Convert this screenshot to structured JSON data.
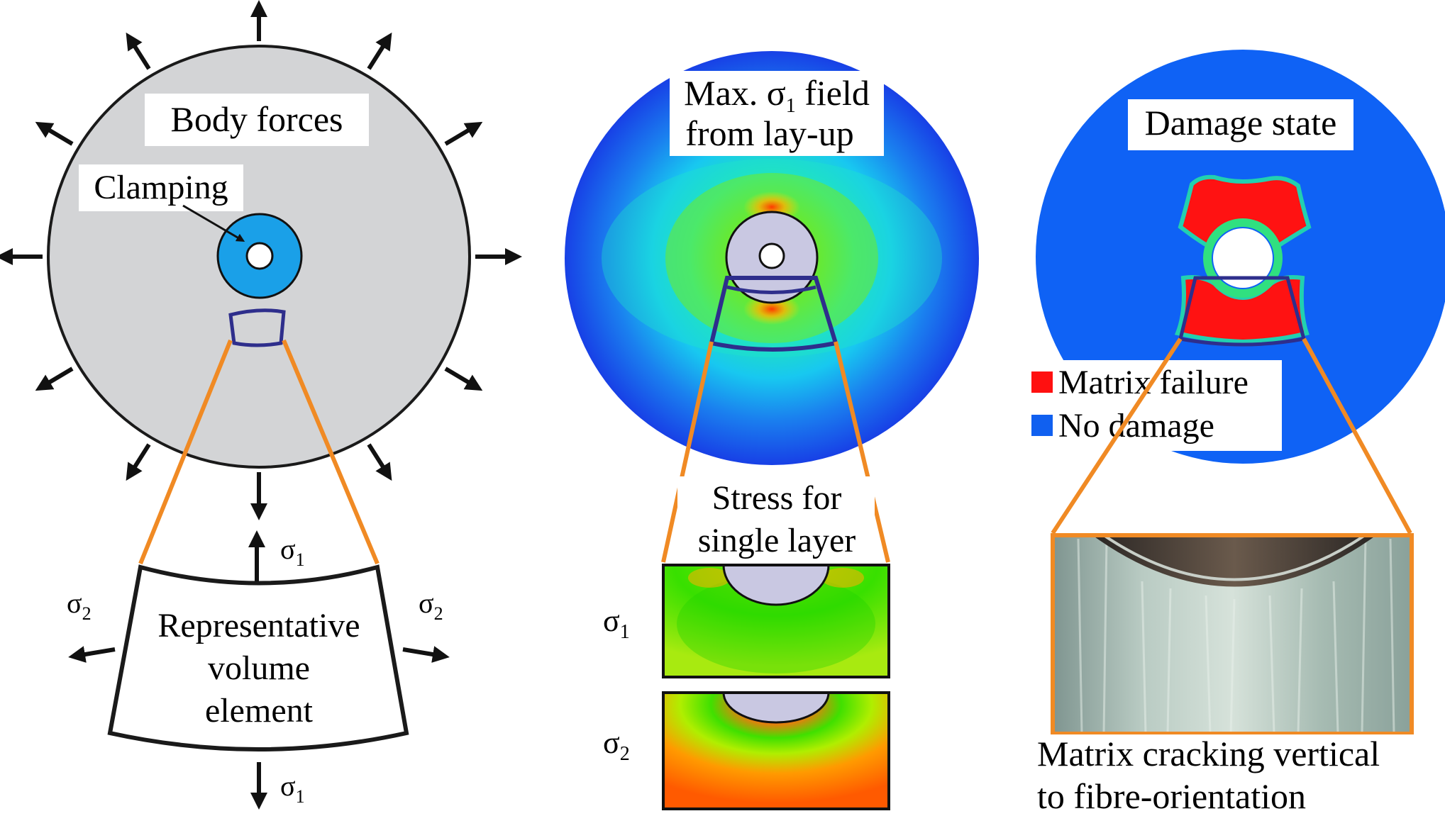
{
  "left_panel": {
    "body_forces_label": "Body forces",
    "clamping_label": "Clamping",
    "rve_label_line1": "Representative",
    "rve_label_line2": "volume",
    "rve_label_line3": "element",
    "sigma1_top": "σ",
    "sigma1_top_sub": "1",
    "sigma1_bottom": "σ",
    "sigma1_bottom_sub": "1",
    "sigma2_left": "σ",
    "sigma2_left_sub": "2",
    "sigma2_right": "σ",
    "sigma2_right_sub": "2"
  },
  "middle_panel": {
    "title_line1_a": "Max. σ",
    "title_line1_sub": "1",
    "title_line1_b": " field",
    "title_line2": "from lay-up",
    "stress_line1": "Stress for",
    "stress_line2": "single layer",
    "row1_sym": "σ",
    "row1_sub": "1",
    "row2_sym": "σ",
    "row2_sub": "2"
  },
  "right_panel": {
    "title": "Damage state",
    "legend": [
      {
        "label": "Matrix failure",
        "color": "#ff1010"
      },
      {
        "label": "No damage",
        "color": "#1060f0"
      }
    ],
    "caption_line1": "Matrix cracking vertical",
    "caption_line2": "to fibre-orientation"
  },
  "colors": {
    "disk_grey": "#d3d4d6",
    "clamp_blue": "#1aa0e8",
    "rve_outline": "#2e2e8c",
    "zoom_line": "#f08a24",
    "damage_blue": "#0f62f5",
    "matrix_red": "#ff1212",
    "hub_lavender": "#c9c8e2"
  }
}
